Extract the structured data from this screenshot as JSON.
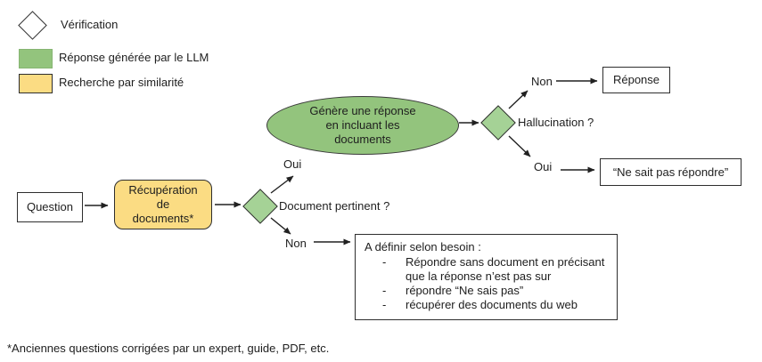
{
  "legend": {
    "verification": {
      "icon": "diamond",
      "label": "Vérification"
    },
    "llm": {
      "icon": "green-rect",
      "label": "Réponse générée par le LLM"
    },
    "similarity": {
      "icon": "yellow-rect",
      "label": "Recherche par similarité"
    }
  },
  "flow": {
    "question_label": "Question",
    "retrieval_lines": [
      "Récupération",
      "de",
      "documents*"
    ],
    "decision_pertinent": {
      "question": "Document pertinent ?",
      "yes": "Oui",
      "no": "Non"
    },
    "generate_lines": [
      "Génère une réponse",
      "en incluant les",
      "documents"
    ],
    "decision_hallucination": {
      "question": "Hallucination ?",
      "yes": "Oui",
      "no": "Non"
    },
    "answer_label": "Réponse",
    "cannot_answer_label": "“Ne sait pas répondre”",
    "fallback": {
      "title": "A définir selon besoin :",
      "dash": "-",
      "items": [
        "Répondre sans document en précisant que la réponse n’est pas sur",
        "répondre “Ne sais pas”",
        "récupérer des documents du web"
      ]
    }
  },
  "footnote": "*Anciennes questions corrigées par un expert, guide, PDF, etc.",
  "colors": {
    "shape_green": "#93c47d",
    "diamond_green": "#a5d296",
    "shape_yellow": "#fbdc83",
    "line": "#212121"
  }
}
